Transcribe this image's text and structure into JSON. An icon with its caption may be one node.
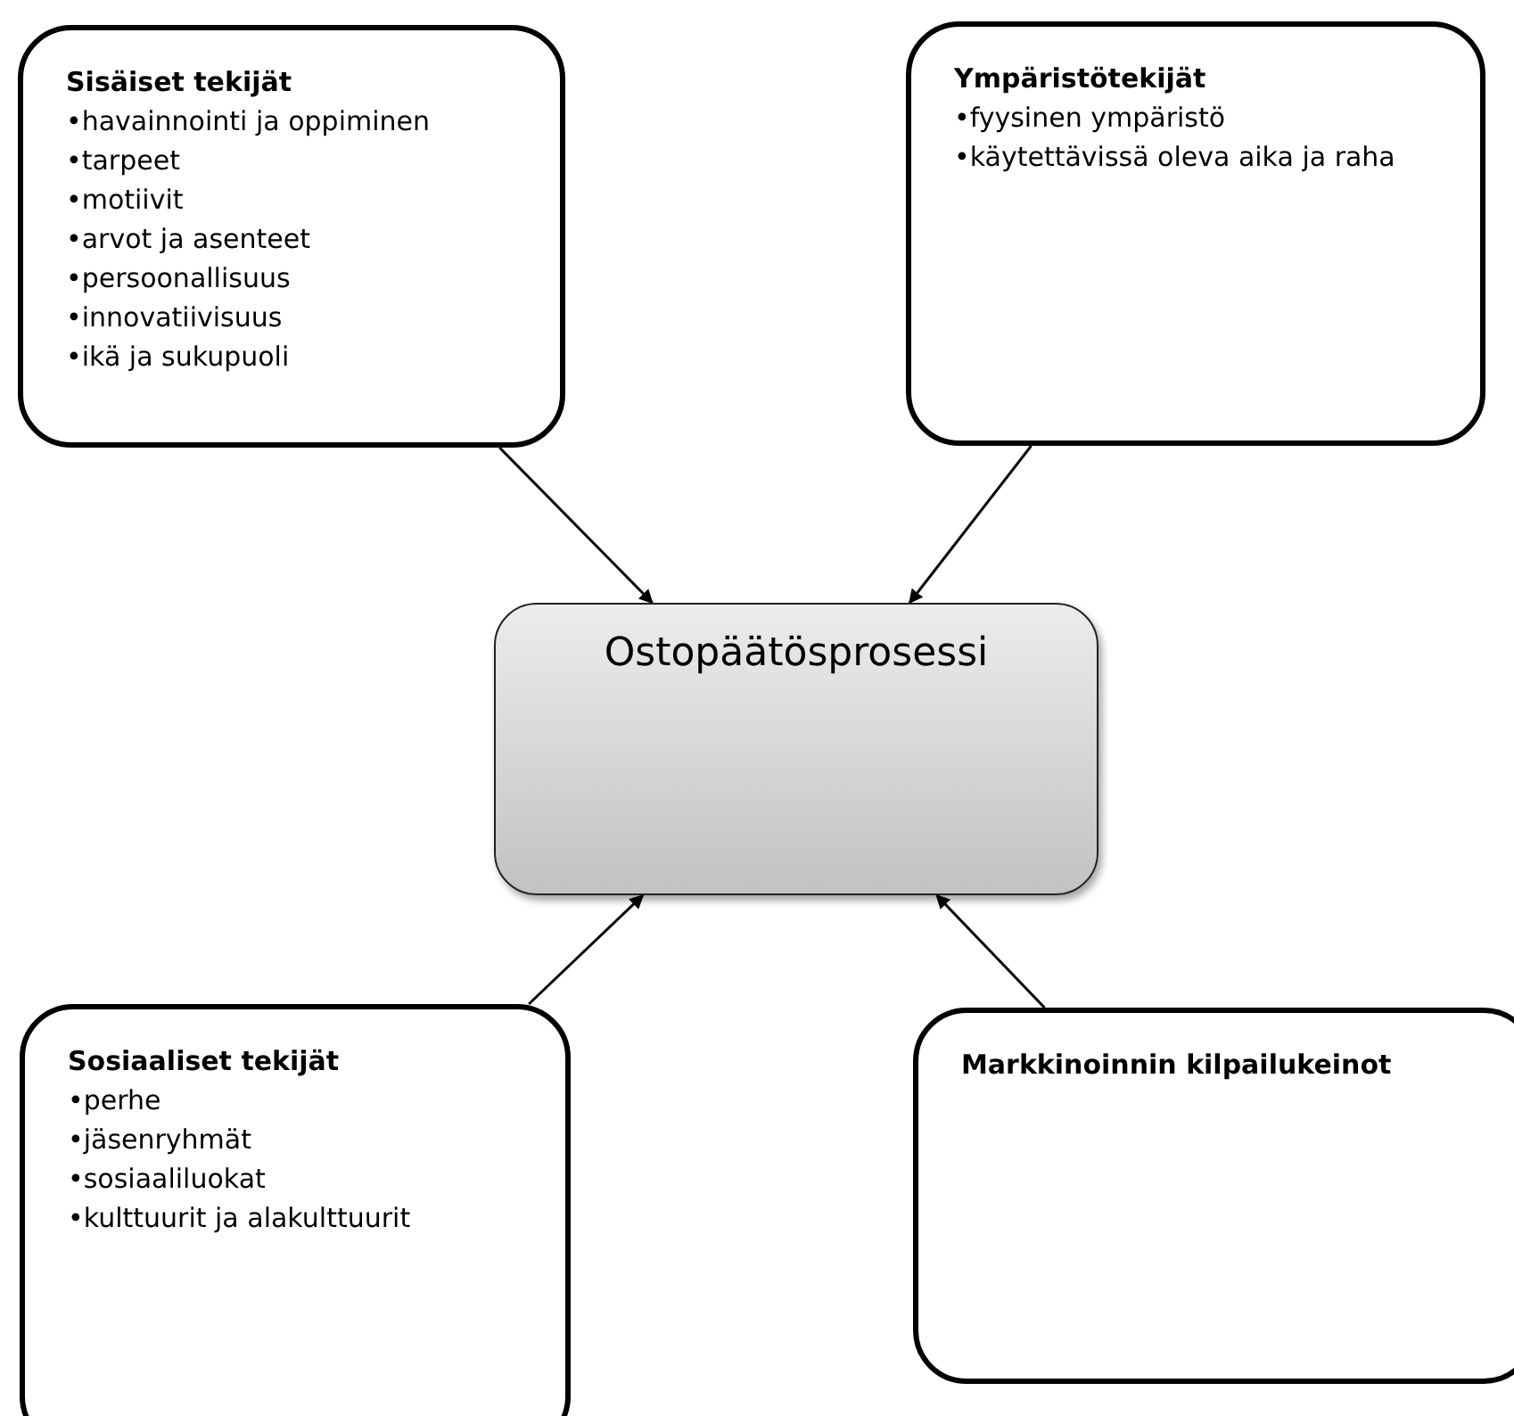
{
  "diagram": {
    "nodes": [
      {
        "text": [
          "Sisäiset tekijät",
          "•havainnointi ja oppiminen",
          "•tarpeet",
          "•motiivit",
          "•arvot ja asenteet",
          "•persoonallisuus",
          "•innovatiivisuus",
          "•ikä ja sukupuoli"
        ]
      },
      {
        "text": [
          "Ympäristötekijät",
          "•fyysinen ympäristö",
          "•käytettävissä oleva aika ja raha"
        ]
      },
      {
        "text": [
          "Ostopäätösprosessi"
        ]
      },
      {
        "text": [
          "Sosiaaliset tekijät",
          "•perhe",
          "•jäsenryhmät",
          "•sosiaaliluokat",
          "•kulttuurit ja alakulttuurit"
        ]
      },
      {
        "text": [
          "Markkinoinnin kilpailukeinot"
        ]
      }
    ],
    "edges": [
      {
        "from": 0,
        "to": 2,
        "arrow": "to"
      },
      {
        "from": 1,
        "to": 2,
        "arrow": "to"
      },
      {
        "from": 3,
        "to": 2,
        "arrow": "to"
      },
      {
        "from": 4,
        "to": 2,
        "arrow": "to"
      }
    ]
  }
}
